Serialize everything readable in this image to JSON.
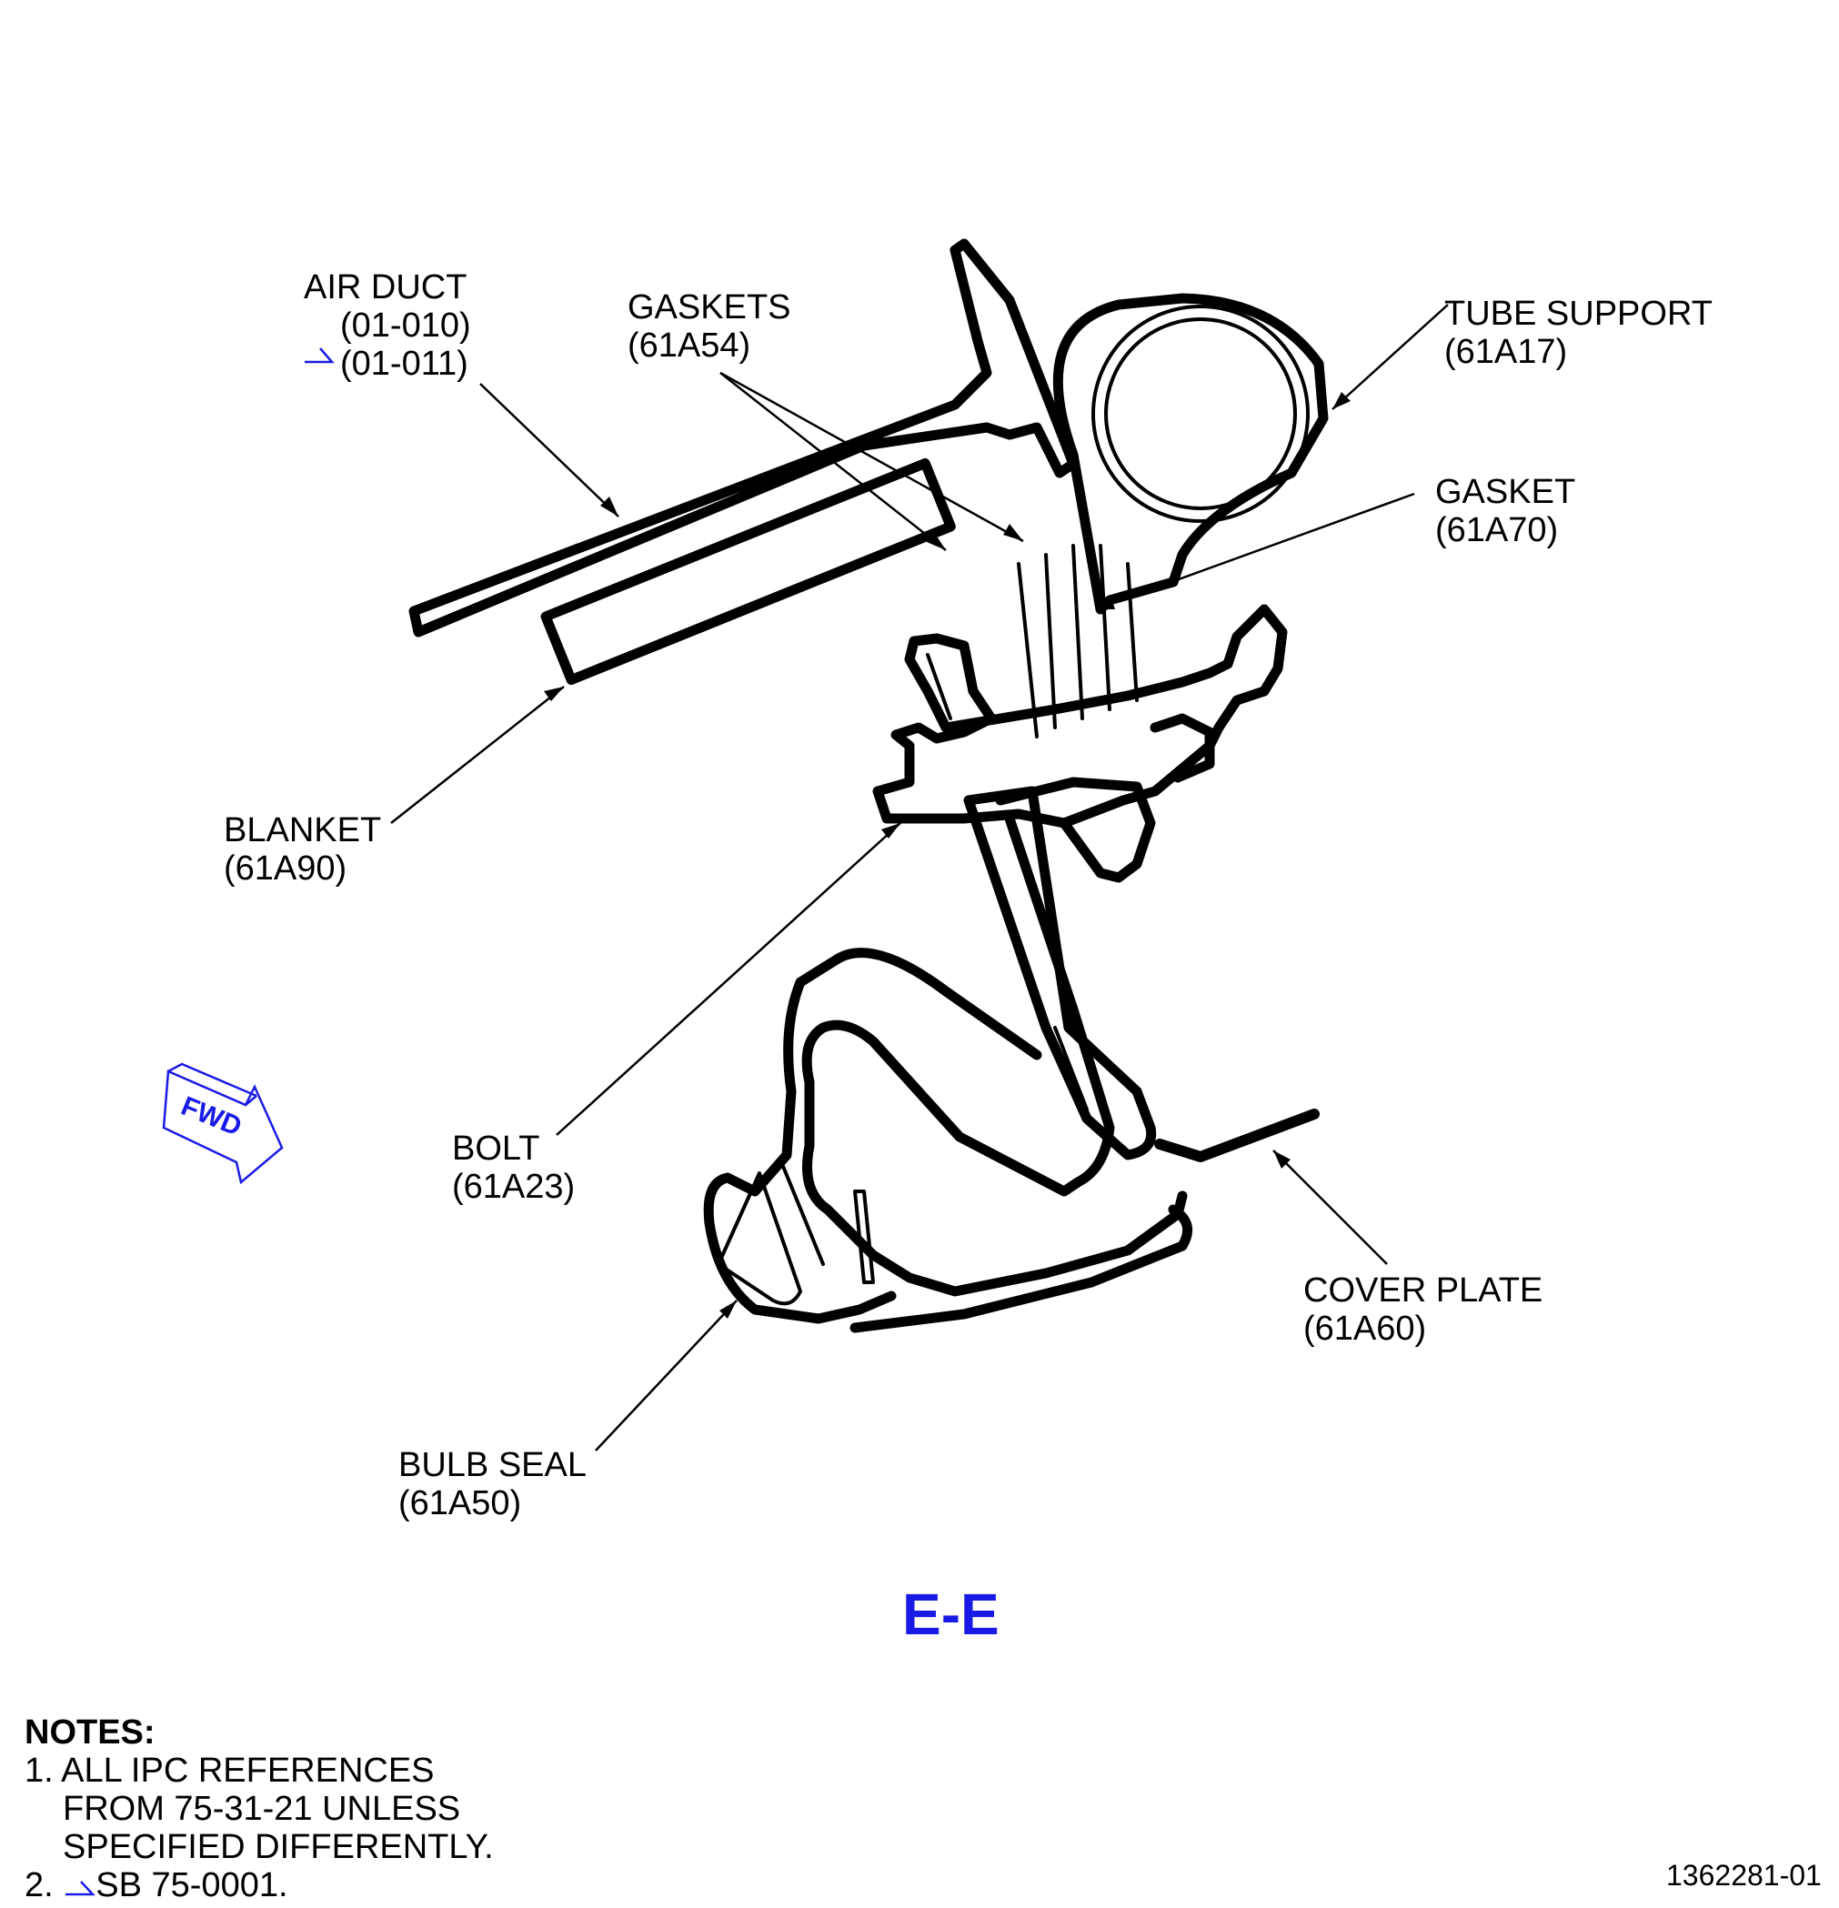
{
  "callouts": {
    "air_duct": {
      "name": "AIR DUCT",
      "ref1": "(01-010)",
      "ref2": "(01-011)"
    },
    "gaskets": {
      "name": "GASKETS",
      "ref": "(61A54)"
    },
    "tube_support": {
      "name": "TUBE SUPPORT",
      "ref": "(61A17)"
    },
    "gasket": {
      "name": "GASKET",
      "ref": "(61A70)"
    },
    "blanket": {
      "name": "BLANKET",
      "ref": "(61A90)"
    },
    "bolt": {
      "name": "BOLT",
      "ref": "(61A23)"
    },
    "cover_plate": {
      "name": "COVER PLATE",
      "ref": "(61A60)"
    },
    "bulb_seal": {
      "name": "BULB SEAL",
      "ref": "(61A50)"
    }
  },
  "fwd_label": "FWD",
  "view_title": "E-E",
  "notes": {
    "heading": "NOTES:",
    "note1_line1": "1. ALL IPC REFERENCES",
    "note1_line2": "FROM 75-31-21 UNLESS",
    "note1_line3": "SPECIFIED DIFFERENTLY.",
    "note2_num": "2.",
    "note2_text": "SB 75-0001."
  },
  "drawing_number": "1362281-01",
  "colors": {
    "line": "#000000",
    "accent": "#1a1ae6"
  }
}
